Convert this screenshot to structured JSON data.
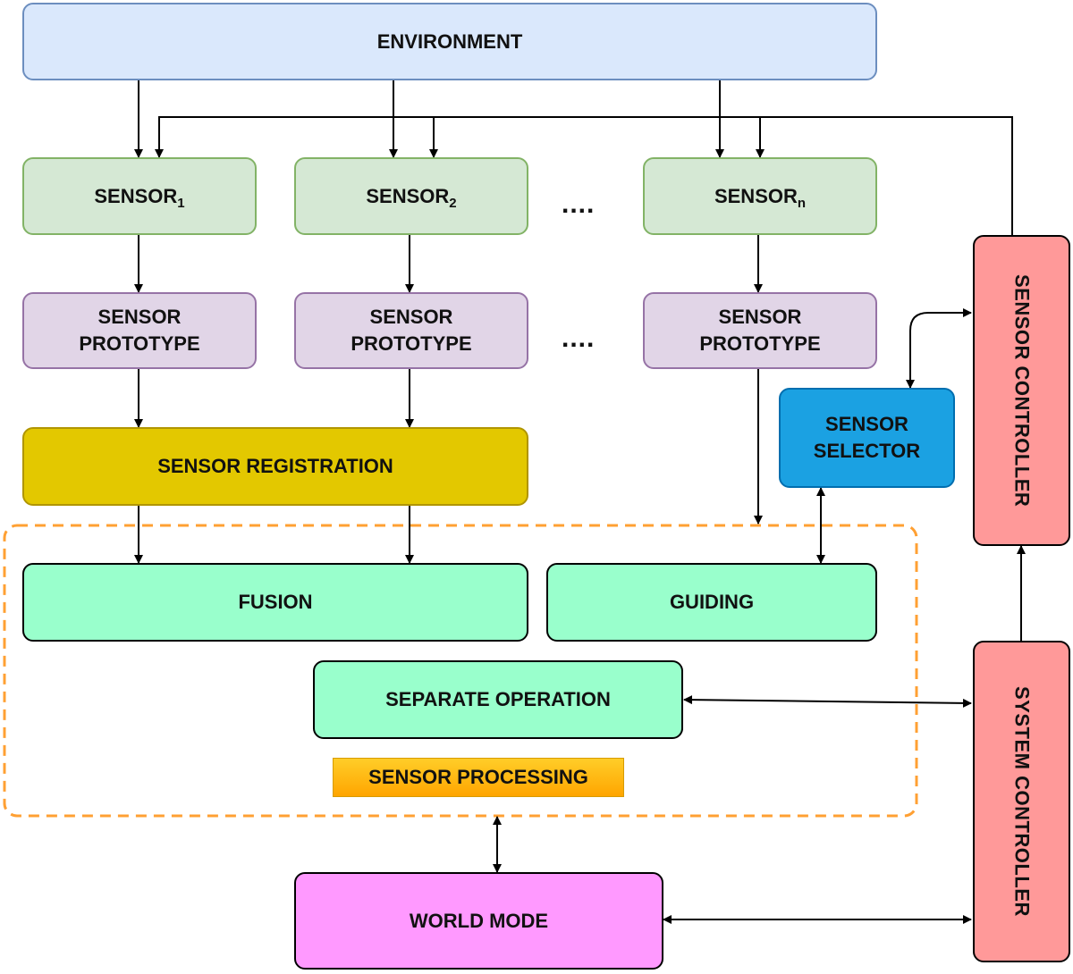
{
  "environment": "ENVIRONMENT",
  "sensors": [
    {
      "base": "SENSOR",
      "index": "1"
    },
    {
      "base": "SENSOR",
      "index": "2"
    },
    {
      "base": "SENSOR",
      "index": "n"
    }
  ],
  "ellipsis": "....",
  "prototypes": [
    {
      "line1": "SENSOR",
      "line2": "PROTOTYPE"
    },
    {
      "line1": "SENSOR",
      "line2": "PROTOTYPE"
    },
    {
      "line1": "SENSOR",
      "line2": "PROTOTYPE"
    }
  ],
  "registration": "SENSOR REGISTRATION",
  "selector": {
    "line1": "SENSOR",
    "line2": "SELECTOR"
  },
  "sensor_controller": "SENSOR CONTROLLER",
  "fusion": "FUSION",
  "guiding": "GUIDING",
  "separate_operation": "SEPARATE OPERATION",
  "processing_group_label": "SENSOR PROCESSING",
  "system_controller": "SYSTEM CONTROLLER",
  "world_mode": "WORLD MODE",
  "colors": {
    "environment": "#dae8fc",
    "sensor": "#d5e8d4",
    "prototype": "#e1d5e7",
    "registration": "#e3c800",
    "processing": "#99ffcc",
    "selector": "#1ba1e2",
    "controller": "#ff9999",
    "world": "#ff99ff",
    "group_border": "#ffa033"
  }
}
